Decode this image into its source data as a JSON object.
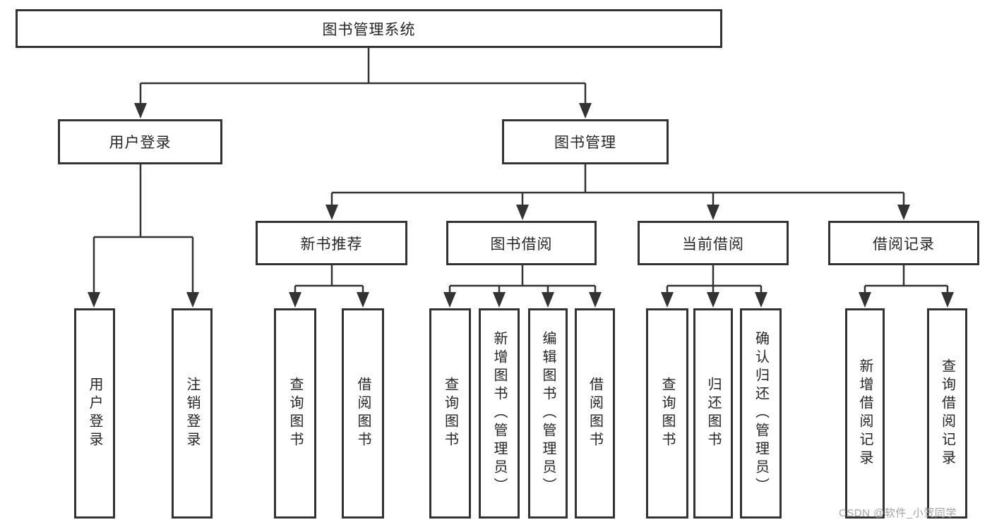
{
  "diagram": {
    "title": "图书管理系统",
    "root": {
      "label": "图书管理系统"
    },
    "level2": [
      {
        "label": "用户登录"
      },
      {
        "label": "图书管理"
      }
    ],
    "level3": [
      {
        "label": "新书推荐"
      },
      {
        "label": "图书借阅"
      },
      {
        "label": "当前借阅"
      },
      {
        "label": "借阅记录"
      }
    ],
    "leaves": [
      {
        "label": "用户登录"
      },
      {
        "label": "注销登录"
      },
      {
        "label": "查询图书"
      },
      {
        "label": "借阅图书"
      },
      {
        "label": "查询图书"
      },
      {
        "label": "新增图书（管理员）"
      },
      {
        "label": "编辑图书（管理员）"
      },
      {
        "label": "借阅图书"
      },
      {
        "label": "查询图书"
      },
      {
        "label": "归还图书"
      },
      {
        "label": "确认归还（管理员）"
      },
      {
        "label": "新增借阅记录"
      },
      {
        "label": "查询借阅记录"
      }
    ]
  },
  "watermark": {
    "text": "CSDN @软件_小贺同学"
  },
  "colors": {
    "line": "#333333",
    "box_border": "#333333",
    "text": "#262626",
    "watermark": "#a3a3a3",
    "background": "#ffffff"
  }
}
